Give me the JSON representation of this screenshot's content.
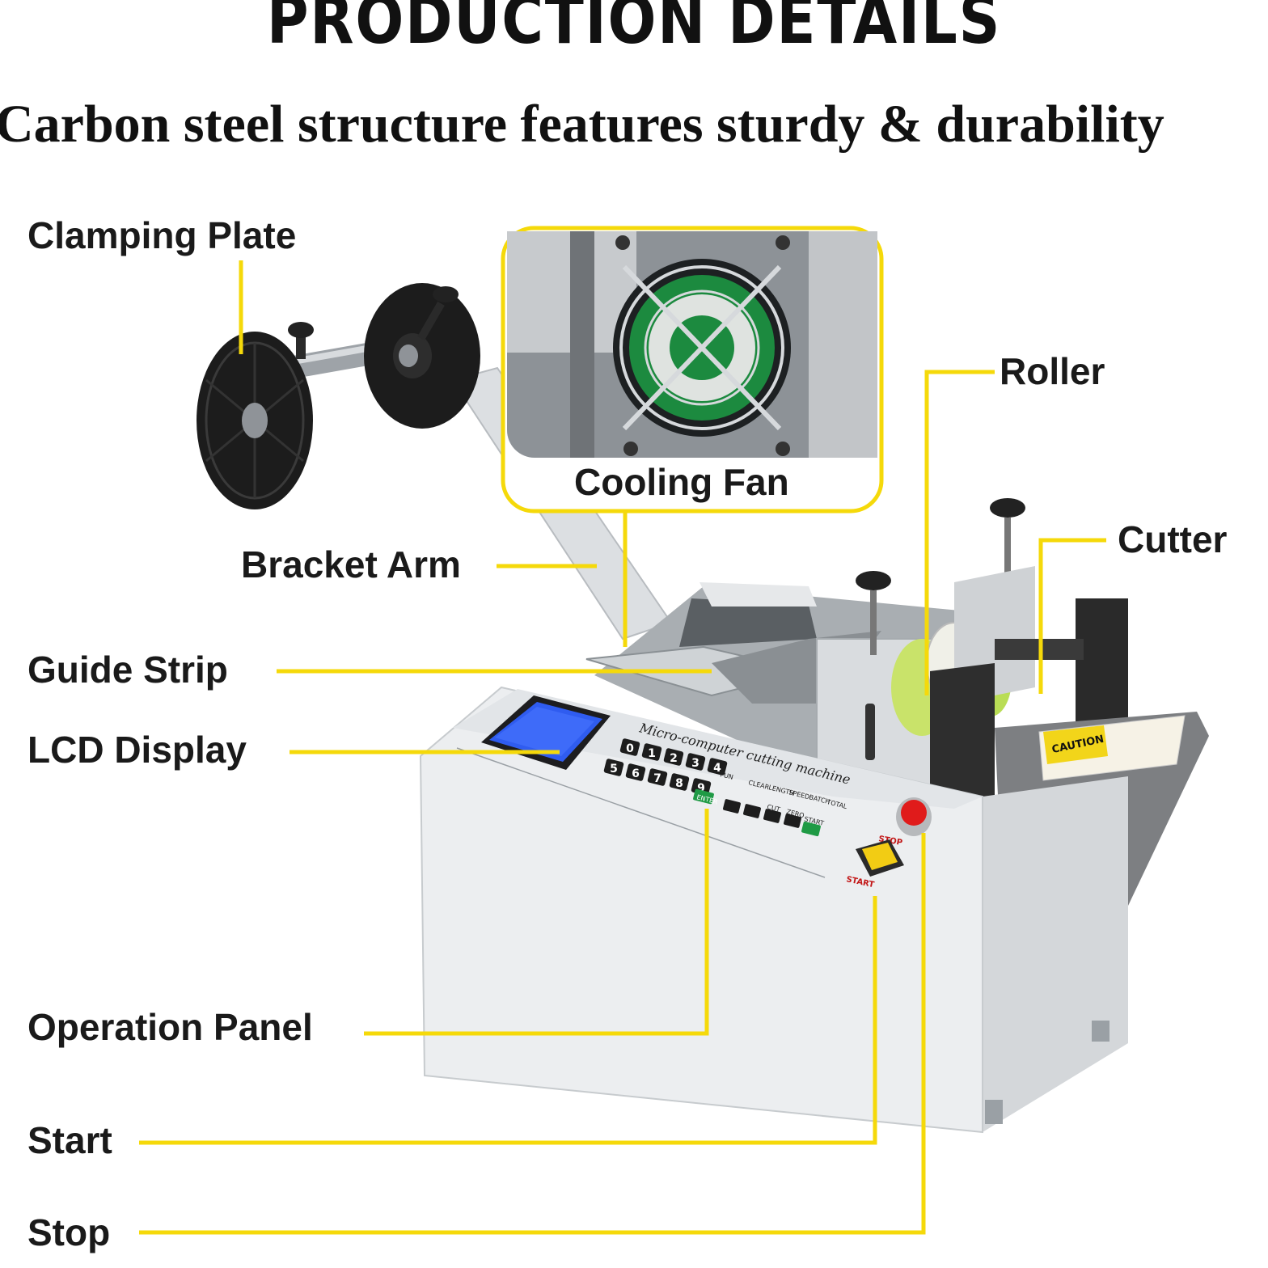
{
  "heading": {
    "title": "PRODUCTION DETAILS",
    "subtitle": "Carbon steel structure features sturdy & durability"
  },
  "callouts": {
    "clamping_plate": "Clamping Plate",
    "cooling_fan": "Cooling Fan",
    "roller": "Roller",
    "cutter": "Cutter",
    "bracket_arm": "Bracket Arm",
    "guide_strip": "Guide Strip",
    "lcd_display": "LCD Display",
    "operation_panel": "Operation Panel",
    "start": "Start",
    "stop": "Stop"
  },
  "machine": {
    "panel_title": "Micro-computer cutting machine",
    "digits_row1": [
      "0",
      "1",
      "2",
      "3",
      "4"
    ],
    "digits_row2": [
      "5",
      "6",
      "7",
      "8",
      "9"
    ],
    "fn_keys": [
      "FUN",
      "CLEAR",
      "LENGTH",
      "SPEED",
      "BATCH",
      "TOTAL"
    ],
    "enter_key": "ENTER",
    "cut_key": "CUT",
    "zero_key": "ZERO",
    "start_key": "START",
    "stop_button": "STOP",
    "start_button": "START",
    "caution": "CAUTION"
  },
  "colors": {
    "accent_yellow": "#f5d90a",
    "lcd_blue": "#2f5cf0",
    "stop_red": "#e01b1b",
    "start_yellow": "#f2cc14",
    "machine_body": "#eceef0"
  }
}
